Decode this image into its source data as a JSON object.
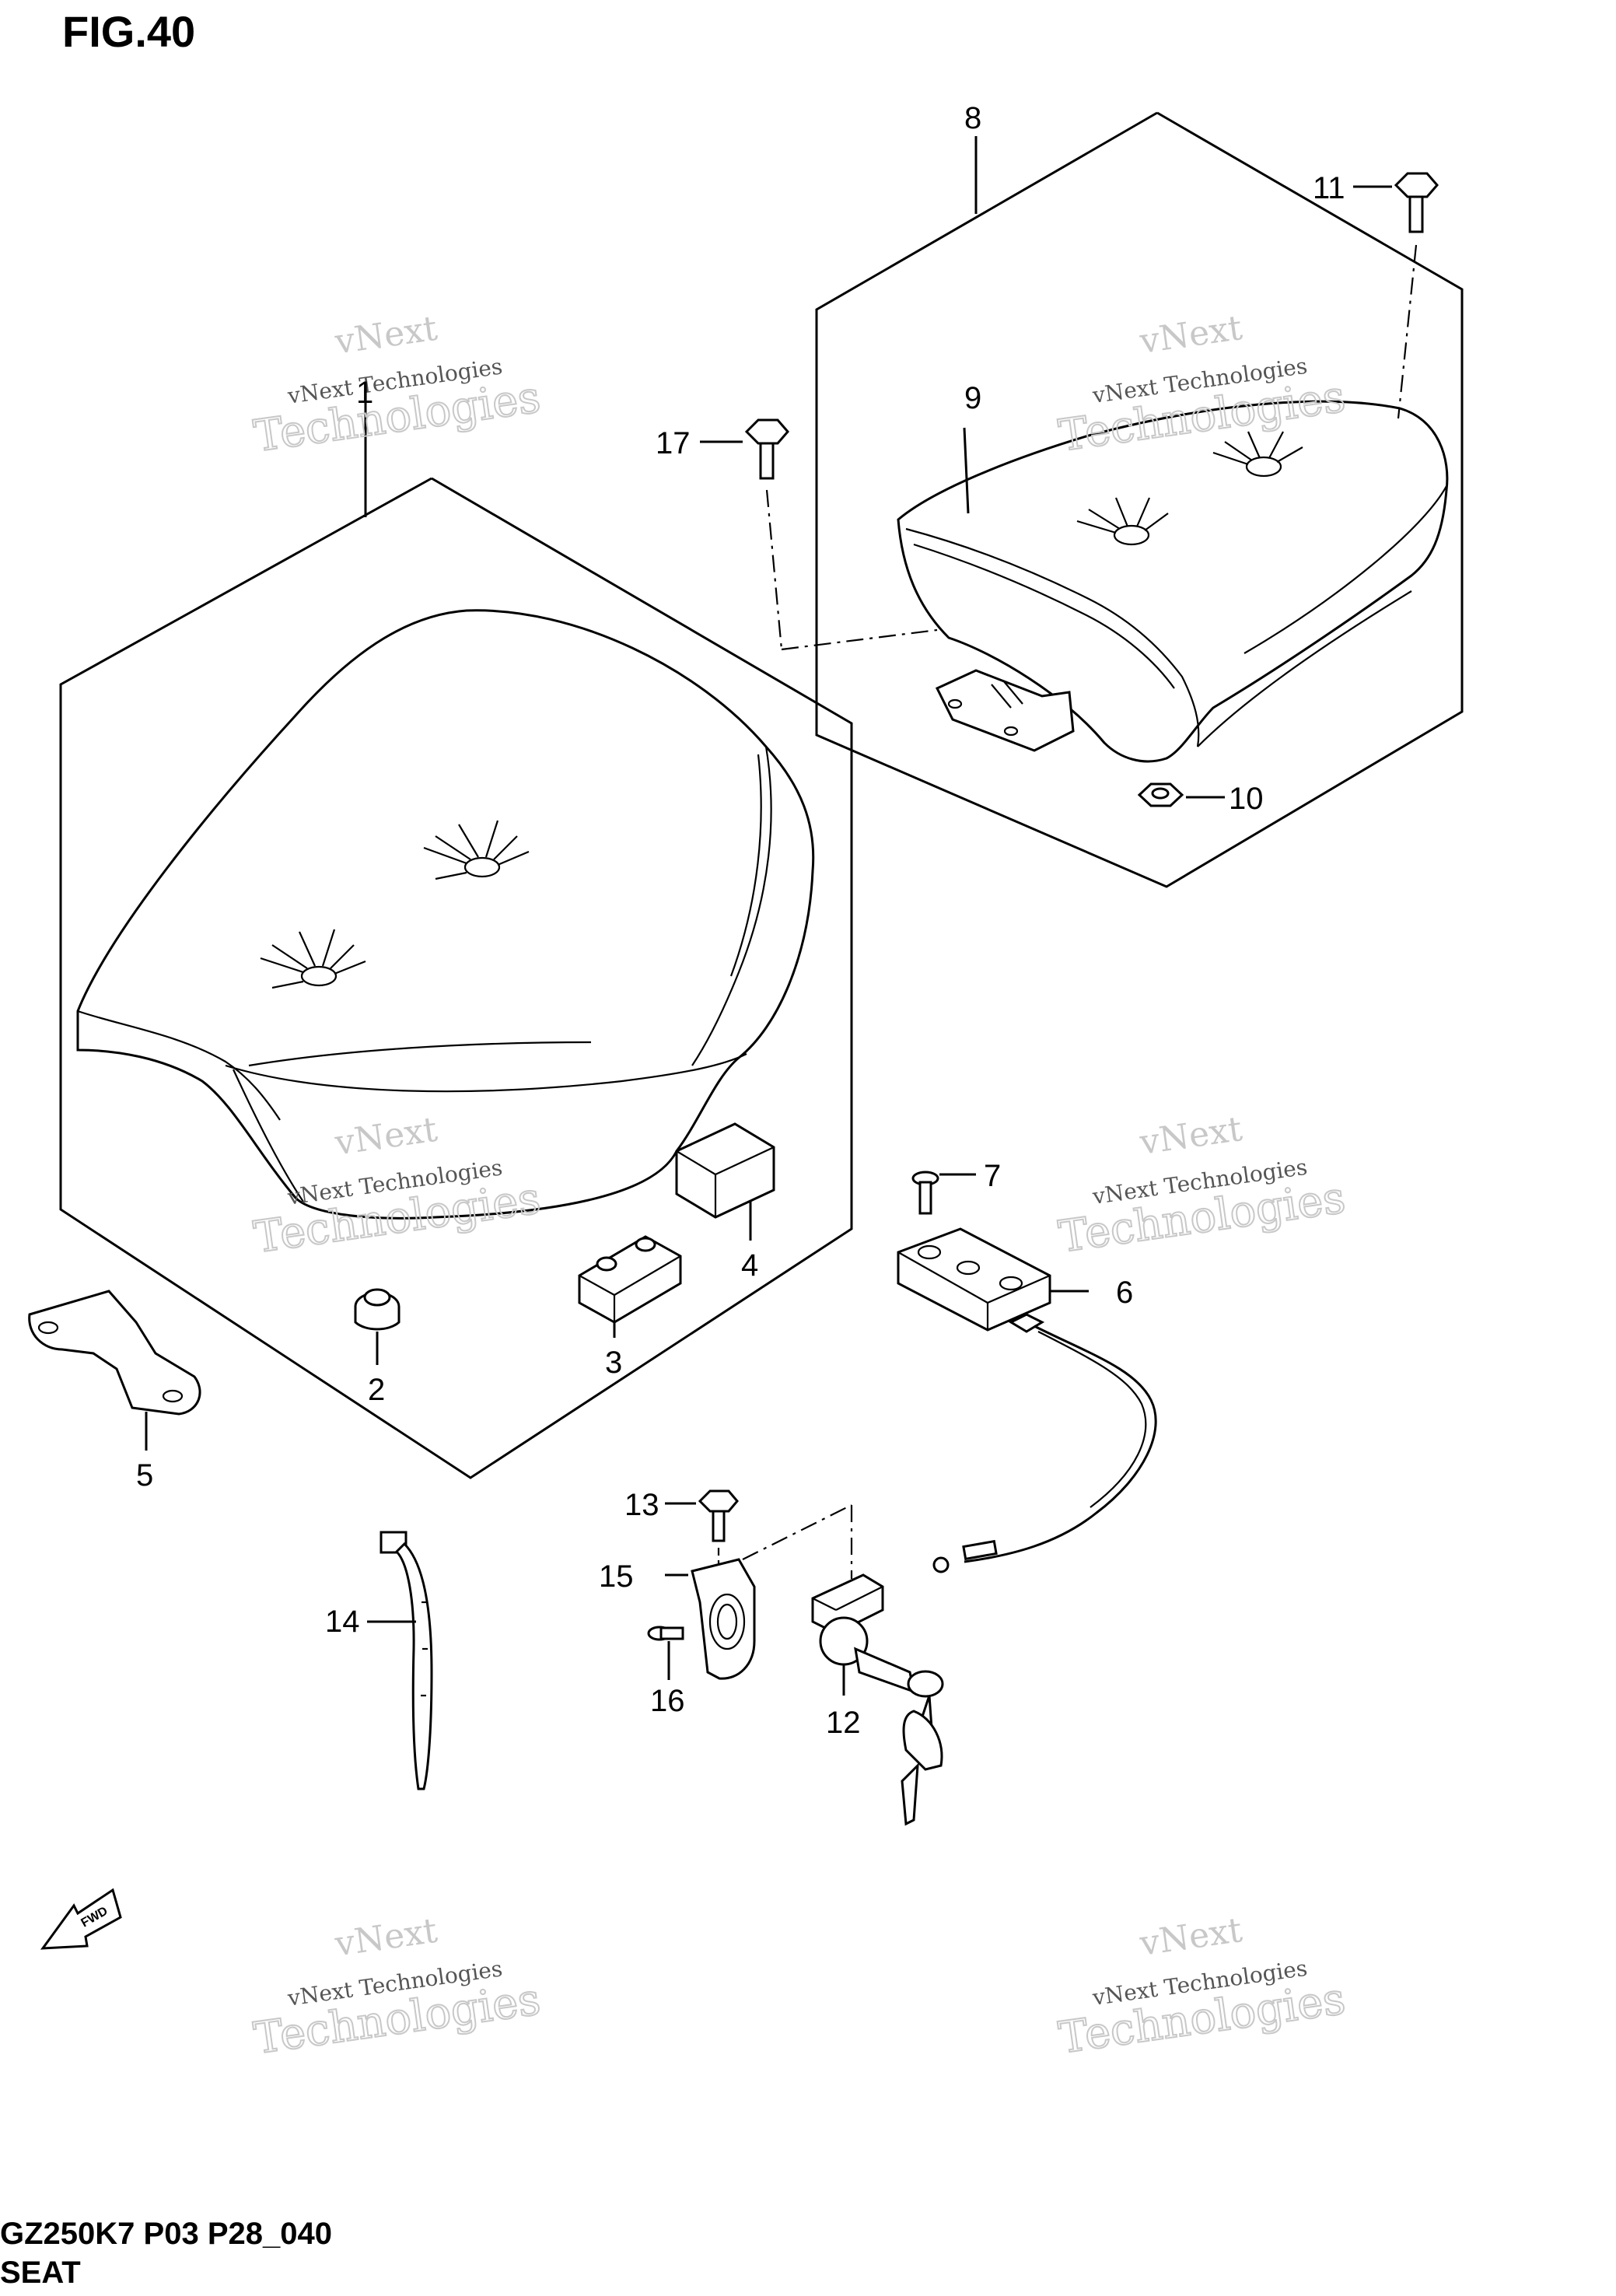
{
  "figure": {
    "title": "FIG.40"
  },
  "footer": {
    "code": "GZ250K7 P03 P28_040",
    "name": "SEAT"
  },
  "watermark": {
    "line1": "vNext",
    "line2": "vNext Technologies",
    "line3": "Technologies"
  },
  "fwd_label": "FWD",
  "callouts": {
    "c1": "1",
    "c2": "2",
    "c3": "3",
    "c4": "4",
    "c5": "5",
    "c6": "6",
    "c7": "7",
    "c8": "8",
    "c9": "9",
    "c10": "10",
    "c11": "11",
    "c12": "12",
    "c13": "13",
    "c14": "14",
    "c15": "15",
    "c16": "16",
    "c17": "17"
  }
}
